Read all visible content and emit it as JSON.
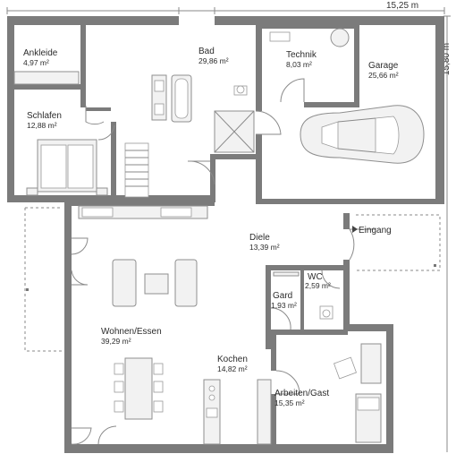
{
  "dimensions": {
    "width": "15,25 m",
    "depth": "15,80 m"
  },
  "rooms": [
    {
      "id": "ankleide",
      "name": "Ankleide",
      "area": "4,97 m²"
    },
    {
      "id": "bad",
      "name": "Bad",
      "area": "29,86 m²"
    },
    {
      "id": "technik",
      "name": "Technik",
      "area": "8,03 m²"
    },
    {
      "id": "garage",
      "name": "Garage",
      "area": "25,66 m²"
    },
    {
      "id": "schlafen",
      "name": "Schlafen",
      "area": "12,88 m²"
    },
    {
      "id": "diele",
      "name": "Diele",
      "area": "13,39 m²"
    },
    {
      "id": "wc",
      "name": "WC",
      "area": "2,59 m²"
    },
    {
      "id": "gard",
      "name": "Gard",
      "area": "1,93 m²"
    },
    {
      "id": "wohnen",
      "name": "Wohnen/Essen",
      "area": "39,29 m²"
    },
    {
      "id": "kochen",
      "name": "Kochen",
      "area": "14,82 m²"
    },
    {
      "id": "arbeiten",
      "name": "Arbeiten/Gast",
      "area": "15,35 m²"
    }
  ],
  "entrance": {
    "label": "Eingang"
  }
}
